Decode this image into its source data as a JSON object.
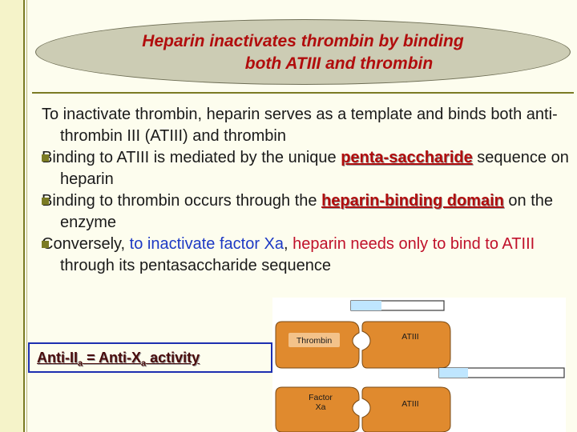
{
  "slide": {
    "title_line1": "Heparin inactivates thrombin by binding",
    "title_line2": "both ATIII and thrombin",
    "intro": {
      "text": "To inactivate thrombin, heparin serves as a template and binds both anti-thrombin III (ATIII) and thrombin"
    },
    "bullet2": {
      "prefix": "Binding to ATIII is mediated by the unique ",
      "emphasis": "penta-saccharide",
      "suffix": " sequence on heparin"
    },
    "bullet3": {
      "prefix": "Binding to thrombin occurs through the ",
      "emphasis": "heparin-binding domain",
      "suffix": " on the enzyme"
    },
    "bullet4": {
      "prefix": " Conversely, ",
      "blue1": "to inactivate factor Xa",
      "mid1": ", ",
      "red1": "heparin needs only to bind to ATIII",
      "suffix": " through its pentasaccharide sequence"
    },
    "callout": {
      "part1": "Anti-II",
      "sub1": "a",
      "part2": " = Anti-X",
      "sub2": "a",
      "part3": " activity"
    },
    "diagram": {
      "top_left_label": "Thrombin",
      "top_right_label": "ATIII",
      "bottom_left_label": "Factor Xa",
      "bottom_right_label": "ATIII"
    },
    "colors": {
      "title_red": "#b10d0d",
      "emphasis_red": "#b10d0d",
      "blue": "#1d39c4",
      "red": "#c0102a",
      "bullet_olive": "#7b7b24",
      "piece_orange": "#e08a2e",
      "callout_border": "#1d2fb0"
    }
  }
}
